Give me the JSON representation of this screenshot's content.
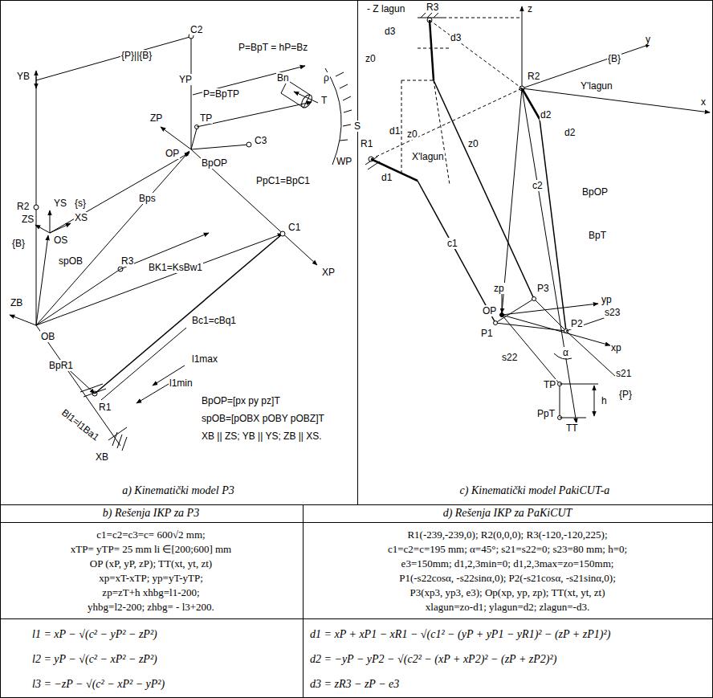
{
  "diagram": {
    "labels": [
      "C2",
      "P=BpT = hP=Bz",
      "{P}||{B}",
      "Bn",
      "ρ",
      "T",
      "YB",
      "YP",
      "P=BpTP",
      "TP",
      "ZP",
      "OP",
      "C3",
      "S",
      "WP",
      "BpOP",
      "PpC1=BpC1",
      "R2",
      "YS",
      "{s}",
      "ZS",
      "XS",
      "OS",
      "{B}",
      "Bps",
      "spOB",
      "R3",
      "BK1=KsBw1",
      "C1",
      "XP",
      "ZB",
      "OB",
      "BpR1",
      "Bc1=cBq1",
      "l1max",
      "l1min",
      "R1",
      "Bl1=l1Ba1",
      "BpOP=[px py pz]T",
      "spOB=[pOBX pOBY pOBZ]T",
      "XB || ZS; YB || YS; ZB || XS.",
      "XB",
      "a) Kinematički model P3",
      "- Z lagun",
      "R3",
      "z",
      "d3",
      "d3",
      "z0",
      "{B}",
      "y",
      "R2",
      "Y'lagun",
      "x",
      "d2",
      "d2",
      "z0",
      "z0",
      "R1",
      "d1",
      "X'lagun",
      "d1",
      "c2",
      "BpOP",
      "BpT",
      "c1",
      "zp",
      "P3",
      "yp",
      "OP",
      "P2",
      "s23",
      "P1",
      "s22",
      "α",
      "xp",
      "s21",
      "{P}",
      "TP",
      "h",
      "PpT",
      "TT",
      "c) Kinematički model PakiCUT-a",
      "b) Rešenja IKP za P3",
      "d) Rešenja IKP za PaKiCUT",
      "c1=c2=c3=c= 600√2 mm;",
      "xTP= yTP= 25 mm  li ∈[200;600] mm",
      "OP (xP, yP, zP); TT(xt, yt, zt)",
      "xp=xT-xTP; yp=yT-yTP;",
      "zp=zT+h xhbg=l1-200;",
      "yhbg=l2-200; zhbg= - l3+200.",
      "R1(-239,-239,0); R2(0,0,0); R3(-120,-120,225);",
      "c1=c2=c=195 mm; α=45°; s21=s22=0; s23=80 mm; h=0;",
      "e3=150mm; d1,2,3min=0; d1,2,3max=zo=150mm;",
      "P1(-s22cosα, -s22sinα,0); P2(-s21cosα, -s21sinα,0);",
      "P3(xp3, yp3, e3); Op(xp, yp, zp); TT(xt, yt, zt)",
      "xlagun=zo-d1; ylagun=d2; zlagun=-d3.",
      "l1 = xP − √(c² − yP² − zP²)",
      "l2 = yP − √(c² − xP² − zP²)",
      "l3 = −zP − √(c² − xP² − yP²)",
      "d1 = xP + xP1 − xR1 − √(c1² − (yP + yP1 − yR1)² − (zP + zP1)²)",
      "d2 = −yP − yP2 − √(c2² − (xP + xP2)² − (zP + zP2)²)",
      "d3 = zR3 − zP − e3"
    ]
  }
}
